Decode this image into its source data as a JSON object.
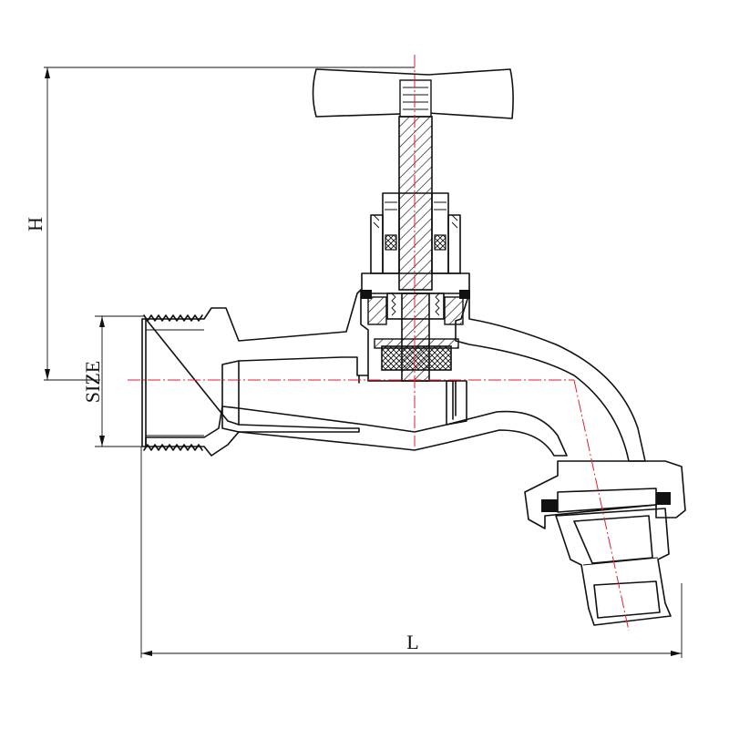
{
  "drawing": {
    "labels": {
      "height": "H",
      "size": "SIZE",
      "length": "L"
    },
    "colors": {
      "outline": "#111111",
      "centerline": "#e0202a",
      "background": "#ffffff"
    }
  }
}
